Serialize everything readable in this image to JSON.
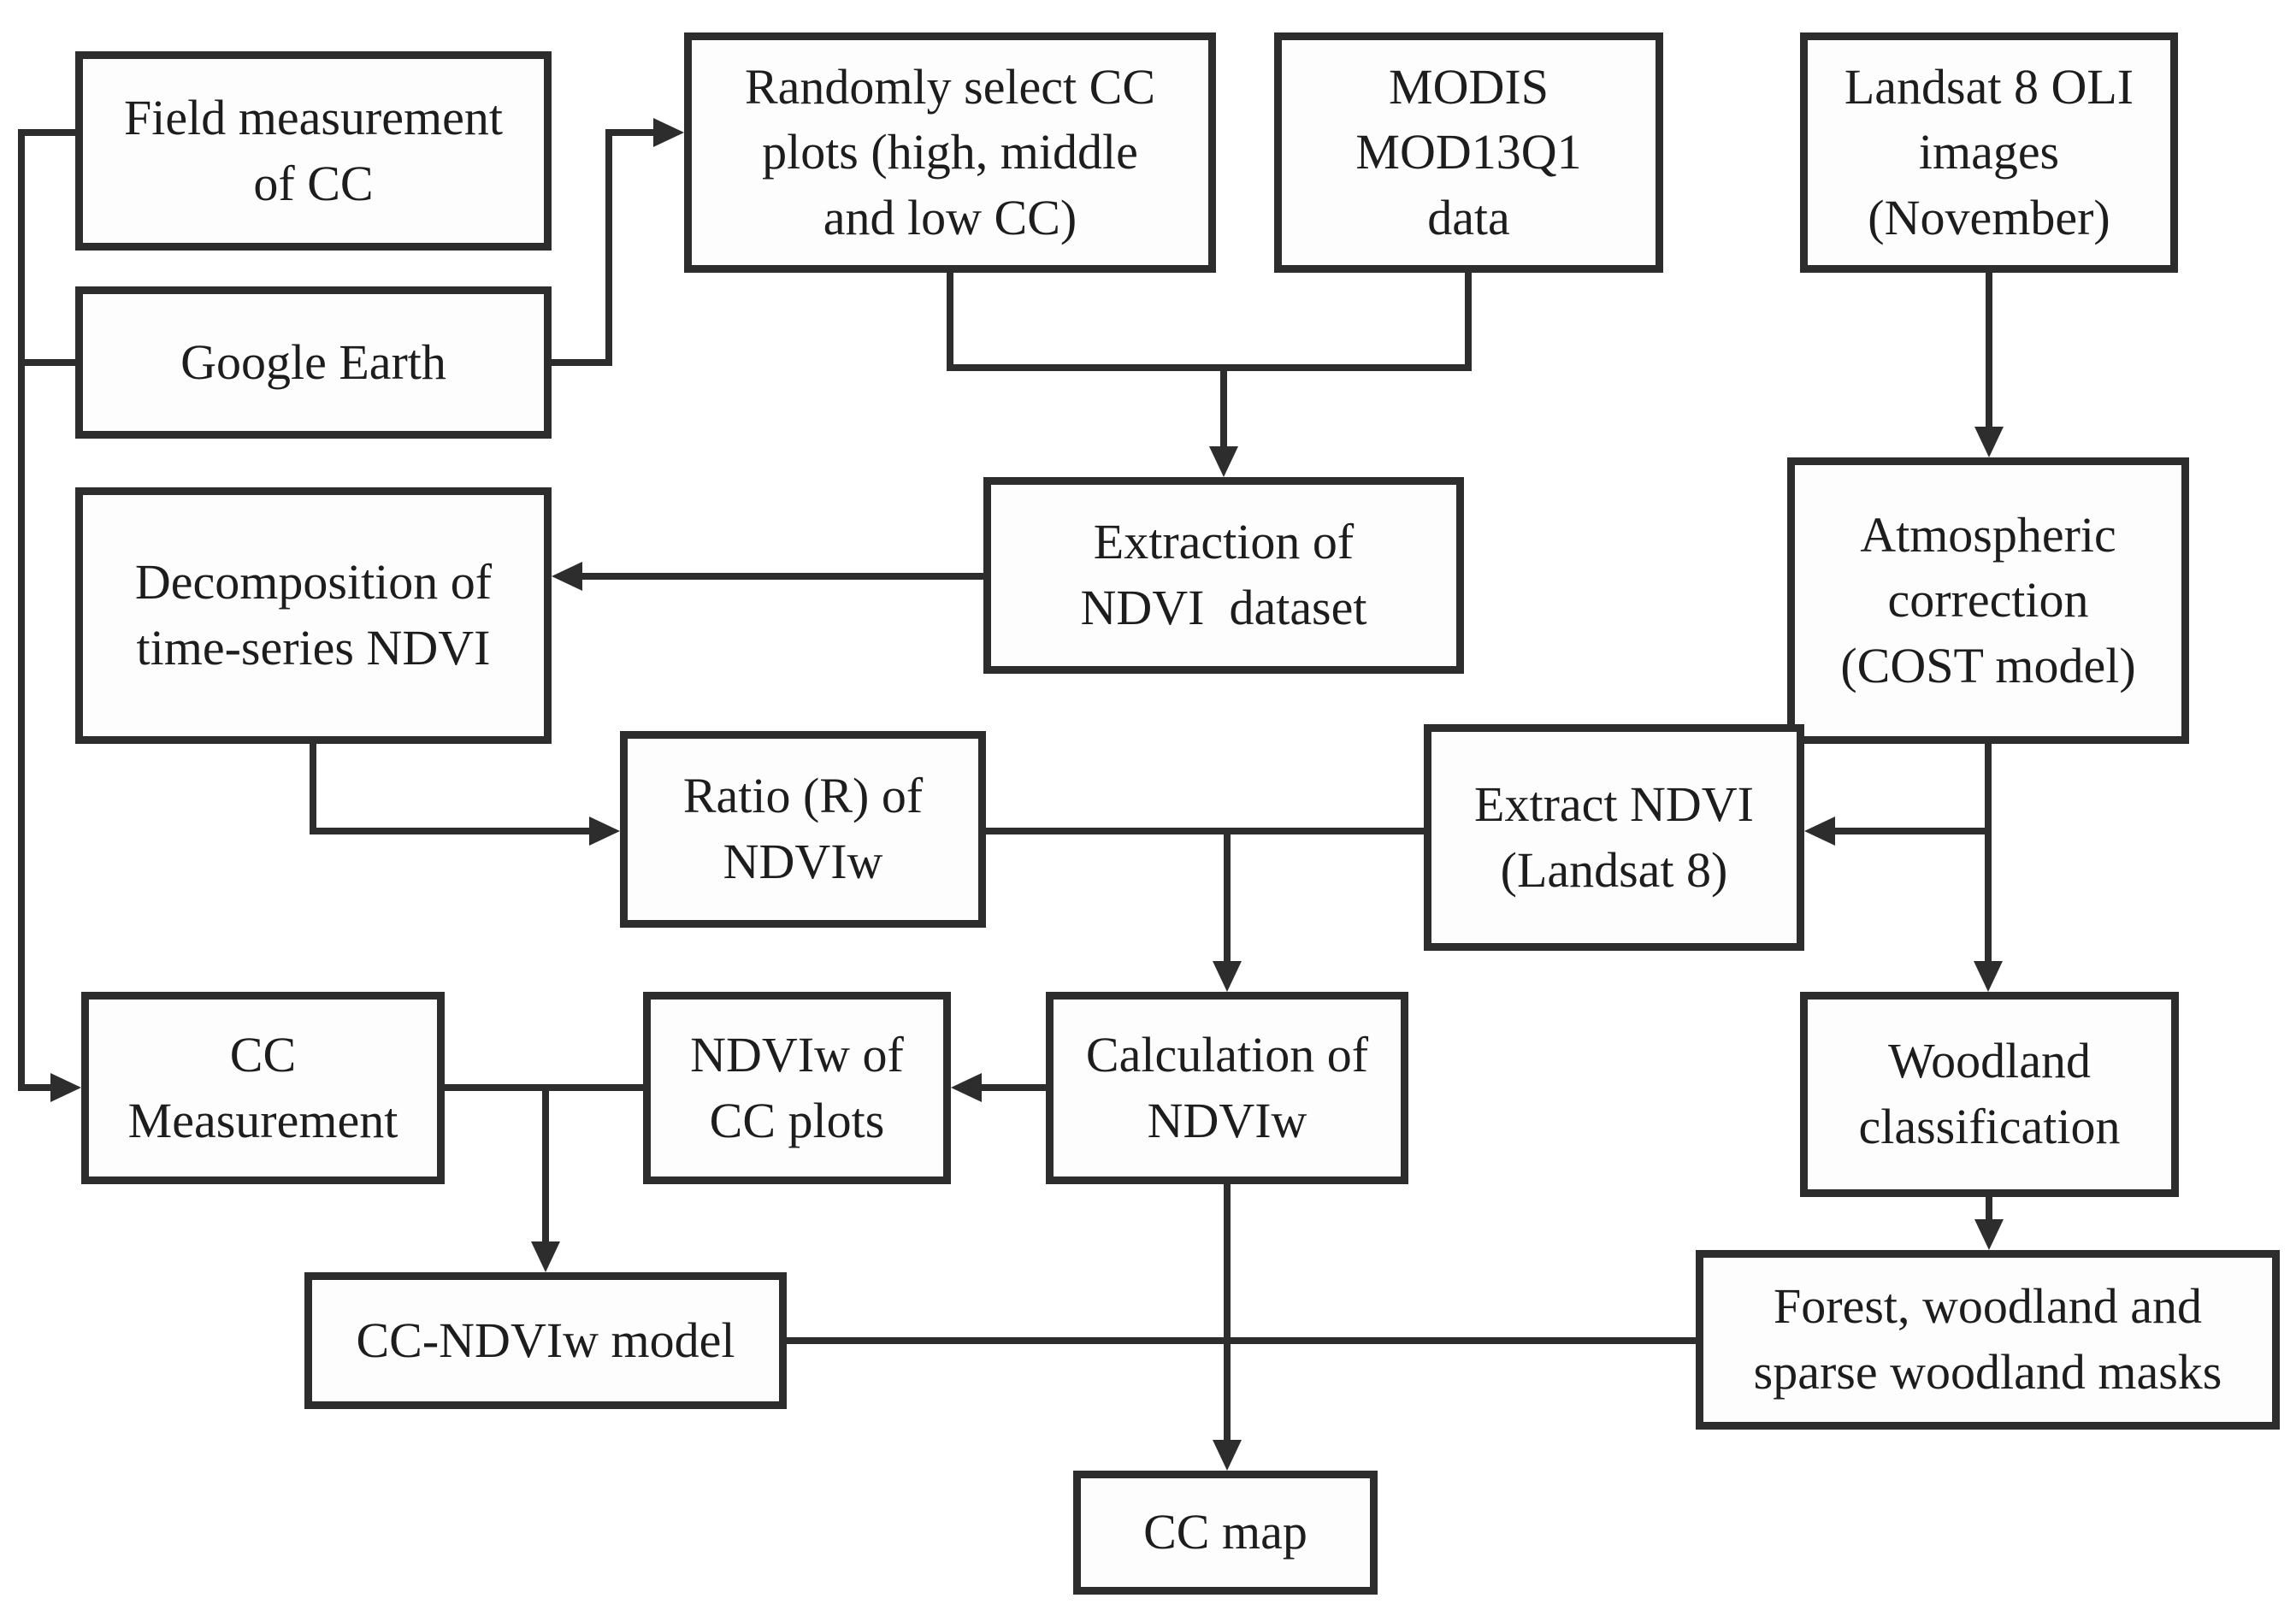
{
  "diagram": {
    "description": "Flowchart of CC (canopy cover) mapping methodology using MODIS and Landsat 8 NDVI data",
    "line_color": "#2d2d2d",
    "background_color": "#ffffff",
    "nodes": {
      "field": {
        "label": "Field measurement\nof CC"
      },
      "google": {
        "label": "Google Earth"
      },
      "random": {
        "label": "Randomly select CC\nplots (high, middle\nand low CC)"
      },
      "modis": {
        "label": "MODIS\nMOD13Q1\ndata"
      },
      "landsat": {
        "label": "Landsat 8 OLI\nimages\n(November)"
      },
      "decomposition": {
        "label": "Decomposition of\ntime-series NDVI"
      },
      "extraction": {
        "label": "Extraction of\nNDVI  dataset"
      },
      "atmospheric": {
        "label": "Atmospheric\ncorrection\n(COST model)"
      },
      "ratio": {
        "label": "Ratio (R) of\nNDVIw"
      },
      "extract_ndvi": {
        "label": "Extract NDVI\n(Landsat 8)"
      },
      "cc_measurement": {
        "label": "CC\nMeasurement"
      },
      "ndviw_plots": {
        "label": "NDVIw of\nCC plots"
      },
      "calculation": {
        "label": "Calculation of\nNDVIw"
      },
      "woodland": {
        "label": "Woodland\nclassification"
      },
      "cc_ndviw_model": {
        "label": "CC-NDVIw model"
      },
      "forest_masks": {
        "label": "Forest, woodland and\nsparse woodland masks"
      },
      "cc_map": {
        "label": "CC map"
      }
    },
    "edges": [
      "Field measurement of CC -> CC Measurement (via left rail)",
      "Google Earth -> left rail",
      "Google Earth -> Randomly select CC plots",
      "Randomly select CC plots + MODIS MOD13Q1 data -> Extraction of NDVI dataset",
      "Extraction of NDVI dataset -> Decomposition of time-series NDVI",
      "Decomposition of time-series NDVI -> Ratio (R) of NDVIw",
      "Landsat 8 OLI images -> Atmospheric correction (COST model)",
      "Atmospheric correction -> Extract NDVI (Landsat 8)",
      "Atmospheric correction -> Woodland classification",
      "Ratio (R) of NDVIw + Extract NDVI -> Calculation of NDVIw",
      "Calculation of NDVIw -> NDVIw of CC plots",
      "CC Measurement + NDVIw of CC plots -> CC-NDVIw model",
      "Woodland classification -> Forest, woodland and sparse woodland masks",
      "CC-NDVIw model + Forest masks -> CC map",
      "Calculation of NDVIw -> CC map"
    ]
  }
}
